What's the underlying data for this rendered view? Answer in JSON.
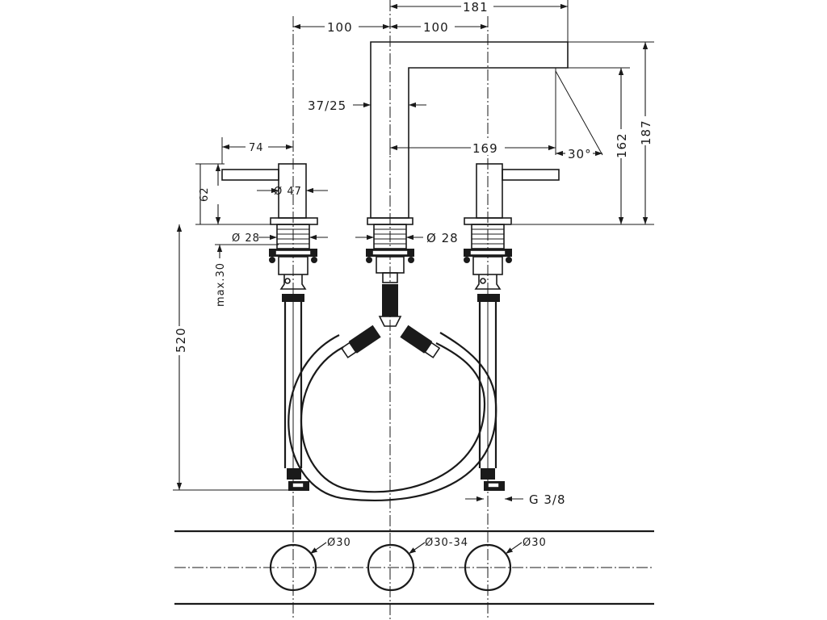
{
  "dimensions": {
    "d100_left": "100",
    "d100_right": "100",
    "d181": "181",
    "d37_25": "37/25",
    "d74": "74",
    "d62": "62",
    "d47": "Ø 47",
    "d169": "169",
    "d30deg": "30°",
    "d162": "162",
    "d187": "187",
    "d28_left": "Ø 28",
    "d28_center": "Ø 28",
    "dmax30": "max.30",
    "d520": "520",
    "dg38": "G 3/8"
  },
  "holes": {
    "left": "Ø30",
    "center": "Ø30-34",
    "right": "Ø30"
  }
}
